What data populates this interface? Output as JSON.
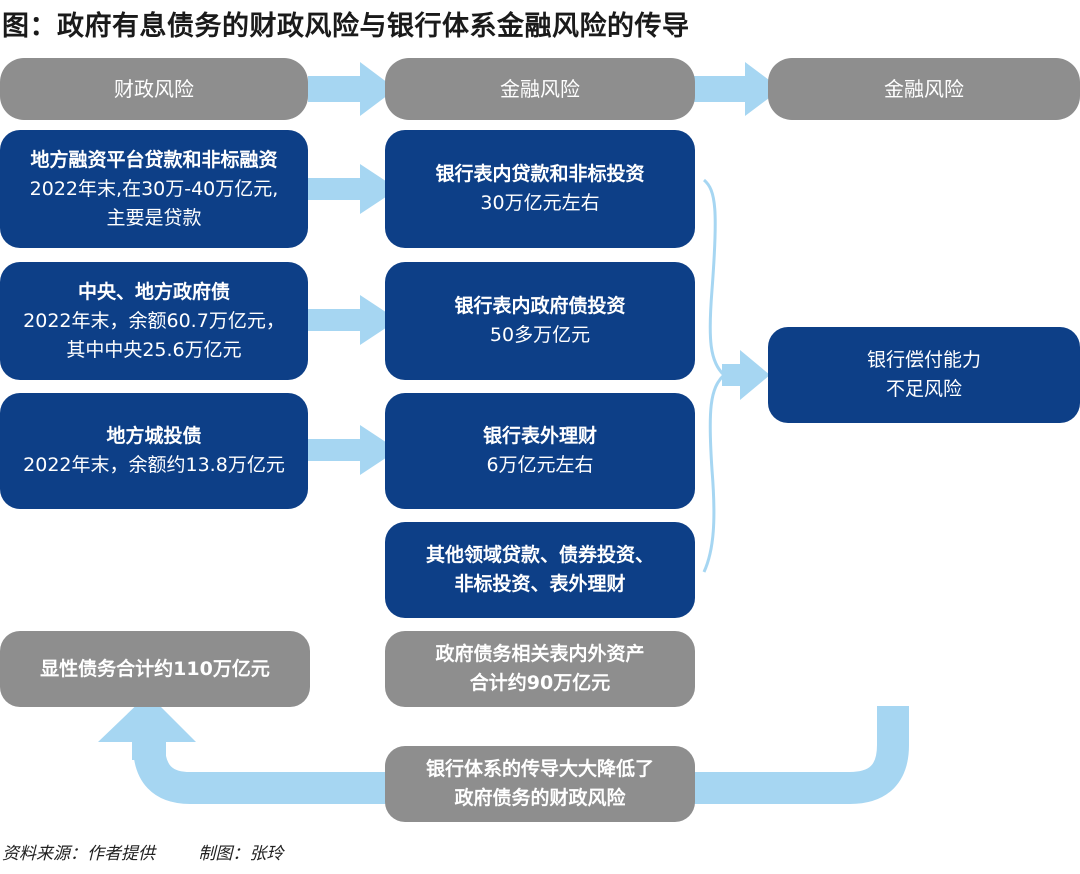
{
  "title": "图：政府有息债务的财政风险与银行体系金融风险的传导",
  "headers": [
    "财政风险",
    "金融风险",
    "金融风险"
  ],
  "fiscal_boxes": [
    {
      "heading": "地方融资平台贷款和非标融资",
      "line1": "2022年末,在30万-40万亿元,",
      "line2": "主要是贷款"
    },
    {
      "heading": "中央、地方政府债",
      "line1": "2022年末，余额60.7万亿元，",
      "line2": "其中中央25.6万亿元"
    },
    {
      "heading": "地方城投债",
      "line1": "2022年末，余额约13.8万亿元"
    }
  ],
  "bank_boxes": [
    {
      "heading": "银行表内贷款和非标投资",
      "line1": "30万亿元左右"
    },
    {
      "heading": "银行表内政府债投资",
      "line1": "50多万亿元"
    },
    {
      "heading": "银行表外理财",
      "line1": "6万亿元左右"
    },
    {
      "line1": "其他领域贷款、债券投资、",
      "line2": "非标投资、表外理财"
    }
  ],
  "risk_box": {
    "line1": "银行偿付能力",
    "line2": "不足风险"
  },
  "total_left": "显性债务合计约110万亿元",
  "total_mid": {
    "line1": "政府债务相关表内外资产",
    "line2": "合计约90万亿元"
  },
  "bottom_box": {
    "line1": "银行体系的传导大大降低了",
    "line2": "政府债务的财政风险"
  },
  "footer": {
    "source": "资料来源：作者提供",
    "maker": "制图：张玲"
  },
  "colors": {
    "dark_blue": "#0d3f87",
    "grey": "#8e8e8e",
    "arrow": "#a6d6f2"
  }
}
